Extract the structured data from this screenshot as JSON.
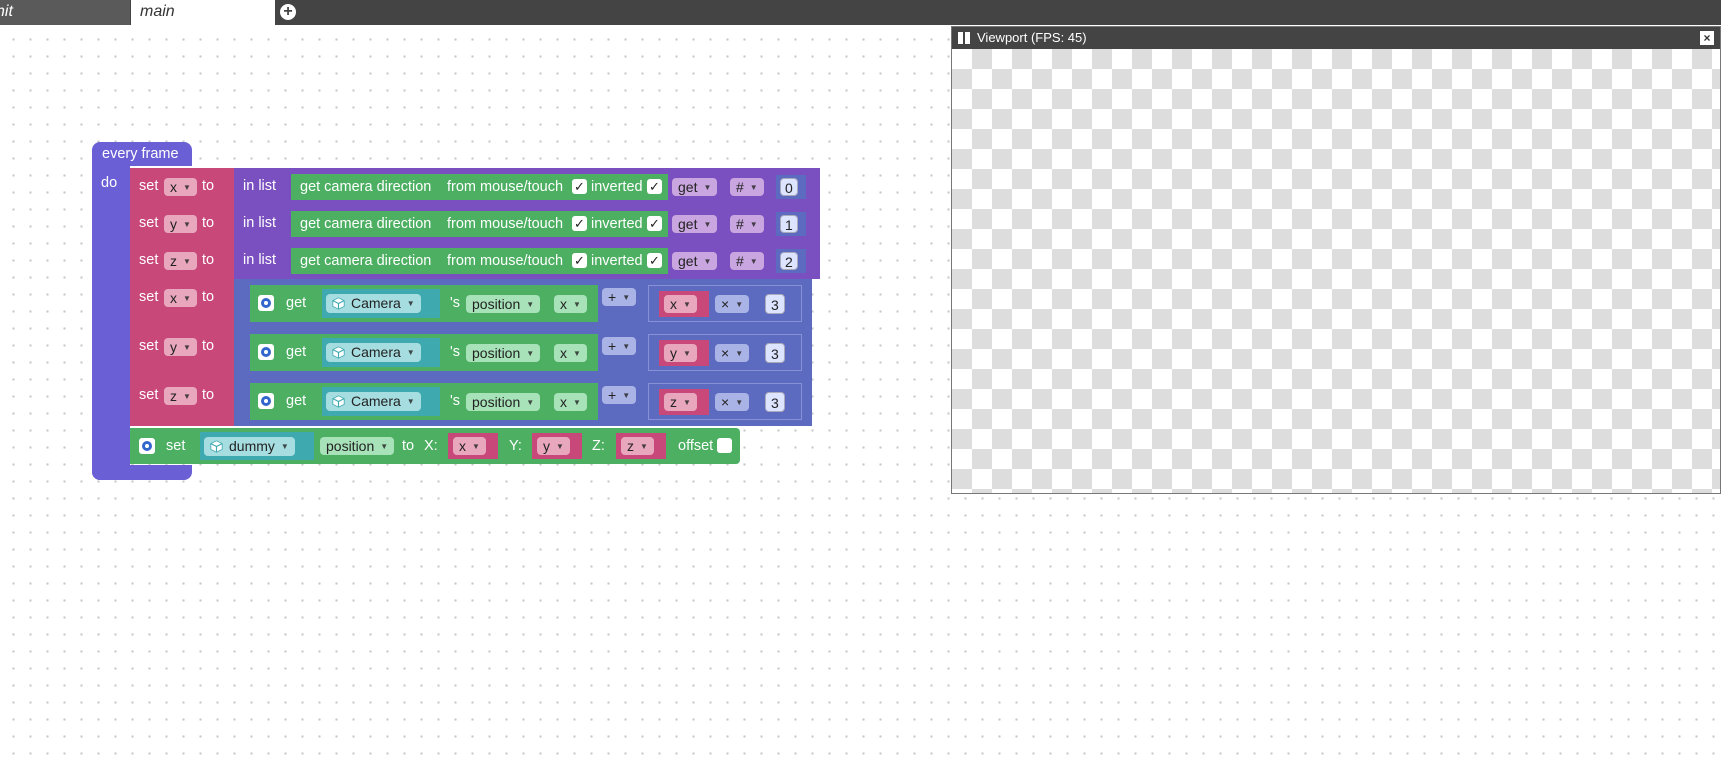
{
  "tabs": {
    "init": "nit",
    "main": "main",
    "add": "+"
  },
  "event": {
    "hat": "every frame",
    "do": "do"
  },
  "common": {
    "set": "set",
    "to": "to",
    "in_list": "in list",
    "get_camera_direction": "get camera direction",
    "from_mouse_touch": "from mouse/touch",
    "inverted": "inverted",
    "check": "✓",
    "get": "get",
    "hash": "#",
    "get_obj": "get",
    "camera": "Camera",
    "possessive": "'s",
    "position": "position",
    "x_field": "x",
    "plus": "+",
    "times": "×",
    "three": "3"
  },
  "rows_list": [
    {
      "var": "x",
      "index": "0"
    },
    {
      "var": "y",
      "index": "1"
    },
    {
      "var": "z",
      "index": "2"
    }
  ],
  "rows_pos": [
    {
      "var": "x",
      "mul_var": "x"
    },
    {
      "var": "y",
      "mul_var": "y"
    },
    {
      "var": "z",
      "mul_var": "z"
    }
  ],
  "set_pos": {
    "set": "set",
    "object": "dummy",
    "property": "position",
    "to": "to",
    "x_label": "X:",
    "x_var": "x",
    "y_label": "Y:",
    "y_var": "y",
    "z_label": "Z:",
    "z_var": "z",
    "offset": "offset"
  },
  "viewport": {
    "title": "Viewport (FPS: 45)",
    "close": "×"
  },
  "colors": {
    "event": "#6b5fd6",
    "variable": "#c9487a",
    "list": "#7a4fbf",
    "green": "#4caf62",
    "math": "#5c6bc0",
    "teal": "#3eaab0"
  }
}
